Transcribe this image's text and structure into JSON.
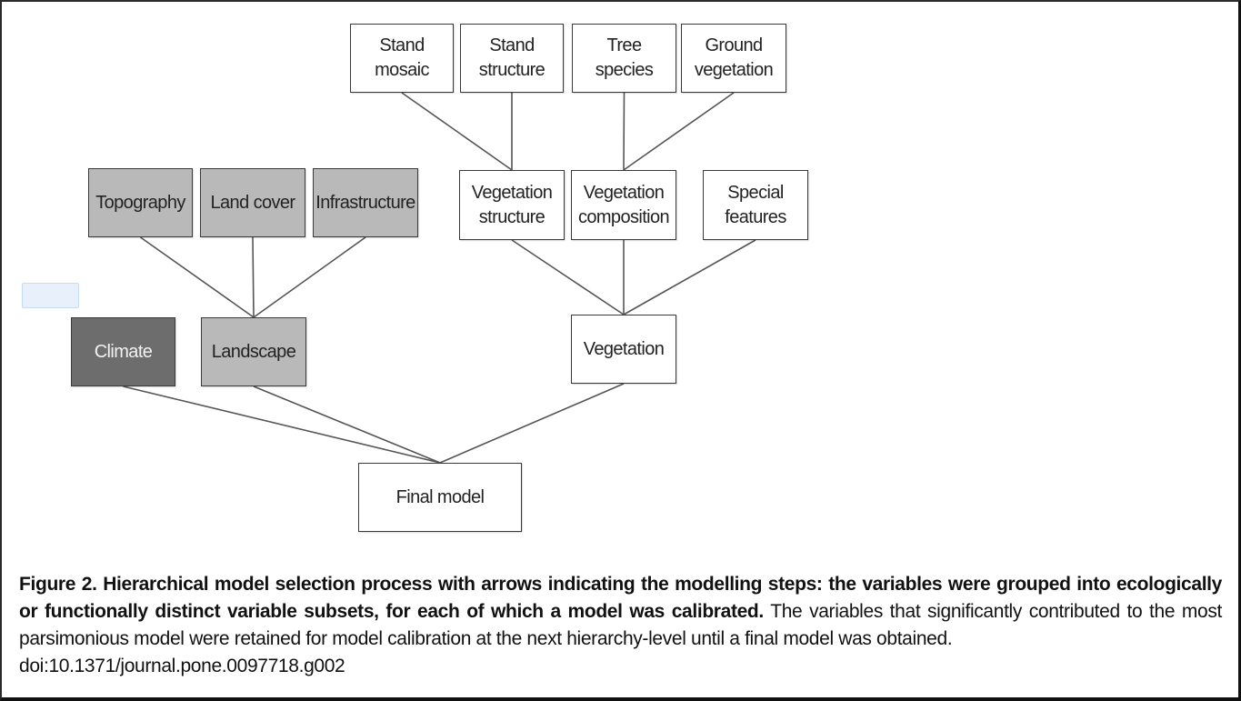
{
  "diagram": {
    "nodes": {
      "stand_mosaic": {
        "label": "Stand\nmosaic",
        "fill": "#ffffff"
      },
      "stand_structure": {
        "label": "Stand\nstructure",
        "fill": "#ffffff"
      },
      "tree_species": {
        "label": "Tree\nspecies",
        "fill": "#ffffff"
      },
      "ground_vegetation": {
        "label": "Ground\nvegetation",
        "fill": "#ffffff"
      },
      "topography": {
        "label": "Topography",
        "fill": "#b9b9b9"
      },
      "land_cover": {
        "label": "Land cover",
        "fill": "#b9b9b9"
      },
      "infrastructure": {
        "label": "Infrastructure",
        "fill": "#b9b9b9"
      },
      "vegetation_structure": {
        "label": "Vegetation\nstructure",
        "fill": "#ffffff"
      },
      "vegetation_composition": {
        "label": "Vegetation\ncomposition",
        "fill": "#ffffff"
      },
      "special_features": {
        "label": "Special\nfeatures",
        "fill": "#ffffff"
      },
      "climate": {
        "label": "Climate",
        "fill": "#6d6d6d"
      },
      "landscape": {
        "label": "Landscape",
        "fill": "#b9b9b9"
      },
      "vegetation": {
        "label": "Vegetation",
        "fill": "#ffffff"
      },
      "final_model": {
        "label": "Final model",
        "fill": "#ffffff"
      }
    },
    "edges": [
      [
        "stand_mosaic",
        "vegetation_structure"
      ],
      [
        "stand_structure",
        "vegetation_structure"
      ],
      [
        "tree_species",
        "vegetation_composition"
      ],
      [
        "ground_vegetation",
        "vegetation_composition"
      ],
      [
        "topography",
        "landscape"
      ],
      [
        "land_cover",
        "landscape"
      ],
      [
        "infrastructure",
        "landscape"
      ],
      [
        "vegetation_structure",
        "vegetation"
      ],
      [
        "vegetation_composition",
        "vegetation"
      ],
      [
        "special_features",
        "vegetation"
      ],
      [
        "climate",
        "final_model"
      ],
      [
        "landscape",
        "final_model"
      ],
      [
        "vegetation",
        "final_model"
      ]
    ],
    "line_color": "#555555"
  },
  "caption": {
    "title": "Figure 2. Hierarchical model selection process with arrows indicating the modelling steps: the variables were grouped into ecologically or functionally distinct variable subsets, for each of which a model was calibrated.",
    "body": "The variables that significantly contributed to the most parsimonious model were retained for model calibration at the next hierarchy-level until a final model was obtained.",
    "doi": "doi:10.1371/journal.pone.0097718.g002"
  }
}
